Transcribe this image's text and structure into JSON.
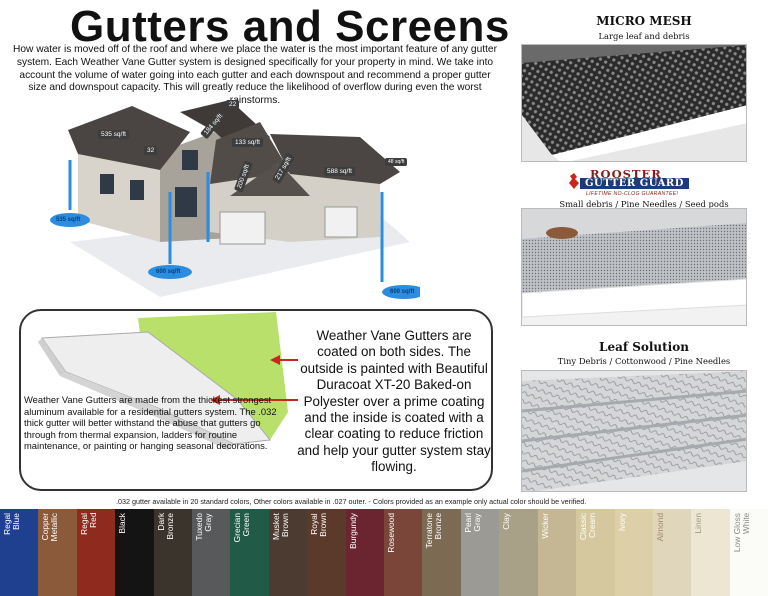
{
  "title": "Gutters and Screens",
  "intro": "How water is moved off of the roof and where we place the water is the most important feature of any gutter system. Each Weather Vane Gutter system is designed specifically for your property in mind.  We take into account the volume of water going into each gutter and each downspout and recommend a proper gutter size and downspout capacity. This will greatly reduce the likelihood of overflow during even the worst rainstorms.",
  "house": {
    "tags": [
      "535 sq/ft",
      "32",
      "184 sq/ft",
      "22",
      "133 sq/ft",
      "200 sq/ft",
      "217 sq/ft",
      "588 sq/ft",
      "48 sq/ft"
    ],
    "splashes": [
      "535 sq/ft",
      "600 sq/ft",
      "600 sq/ft"
    ]
  },
  "gutter": {
    "big_text": "Weather Vane Gutters are coated on both sides. The outside is painted with Beautiful Duracoat XT-20 Baked-on Polyester over a prime coating and the inside is coated with a clear coating to reduce friction and help your gutter system stay flowing.",
    "small_text": "Weather Vane Gutters are made from the thickest strongest aluminum available for a residential gutters system. The .032 thick gutter will better withstand the abuse that gutters go through from thermal expansion, ladders for routine maintenance, or painting or hanging seasonal decorations."
  },
  "footnote": ".032 gutter available in 20 standard colors, Other colors available in .027 outer.    -    Colors provided as an example only actual color should be verified.",
  "screens": [
    {
      "name": "MICRO MESH",
      "desc": "Large leaf and debris"
    },
    {
      "name": "",
      "desc": "Small debris / Pine Needles / Seed pods"
    },
    {
      "name": "Leaf Solution",
      "desc": "Tiny Debris / Cottonwood / Pine Needles"
    }
  ],
  "rooster_logo": {
    "line1": "ROOSTER",
    "line2": "GUTTER GUARD",
    "line3": "LIFETIME NO-CLOG GUARANTEE!"
  },
  "colors": [
    {
      "name": "Regal\nBlue",
      "hex": "#1f3f8f",
      "text": "#ffffff"
    },
    {
      "name": "Copper\nMetallic",
      "hex": "#8a5a3a",
      "text": "#ffffff"
    },
    {
      "name": "Regal\nRed",
      "hex": "#8e2a1e",
      "text": "#ffffff"
    },
    {
      "name": "Black",
      "hex": "#141414",
      "text": "#ffffff"
    },
    {
      "name": "Dark\nBronze",
      "hex": "#3b342c",
      "text": "#ffffff"
    },
    {
      "name": "Tuxedo\nGray",
      "hex": "#58595b",
      "text": "#ffffff"
    },
    {
      "name": "Grecian\nGreen",
      "hex": "#215a47",
      "text": "#ffffff"
    },
    {
      "name": "Musket\nBrown",
      "hex": "#4b3b30",
      "text": "#ffffff"
    },
    {
      "name": "Royal\nBrown",
      "hex": "#5b3a2c",
      "text": "#ffffff"
    },
    {
      "name": "Burgundy",
      "hex": "#6b2530",
      "text": "#ffffff"
    },
    {
      "name": "Rosewood",
      "hex": "#7a463a",
      "text": "#ffffff"
    },
    {
      "name": "Terratone\nBronze",
      "hex": "#7d6a52",
      "text": "#ffffff"
    },
    {
      "name": "Pearl\nGray",
      "hex": "#9b9a94",
      "text": "#ffffff"
    },
    {
      "name": "Clay",
      "hex": "#a9a088",
      "text": "#ffffff"
    },
    {
      "name": "Wicker",
      "hex": "#c5b793",
      "text": "#ffffff"
    },
    {
      "name": "Classic\nCream",
      "hex": "#d6c89e",
      "text": "#ffffff"
    },
    {
      "name": "Ivory",
      "hex": "#ddd0a8",
      "text": "#ffffff"
    },
    {
      "name": "Almond",
      "hex": "#e0d6bc",
      "text": "#a08a6a"
    },
    {
      "name": "Linen",
      "hex": "#ece6d3",
      "text": "#a09a88"
    },
    {
      "name": "Low Gloss\nWhite",
      "hex": "#fbfbf8",
      "text": "#8a8a8a"
    }
  ]
}
